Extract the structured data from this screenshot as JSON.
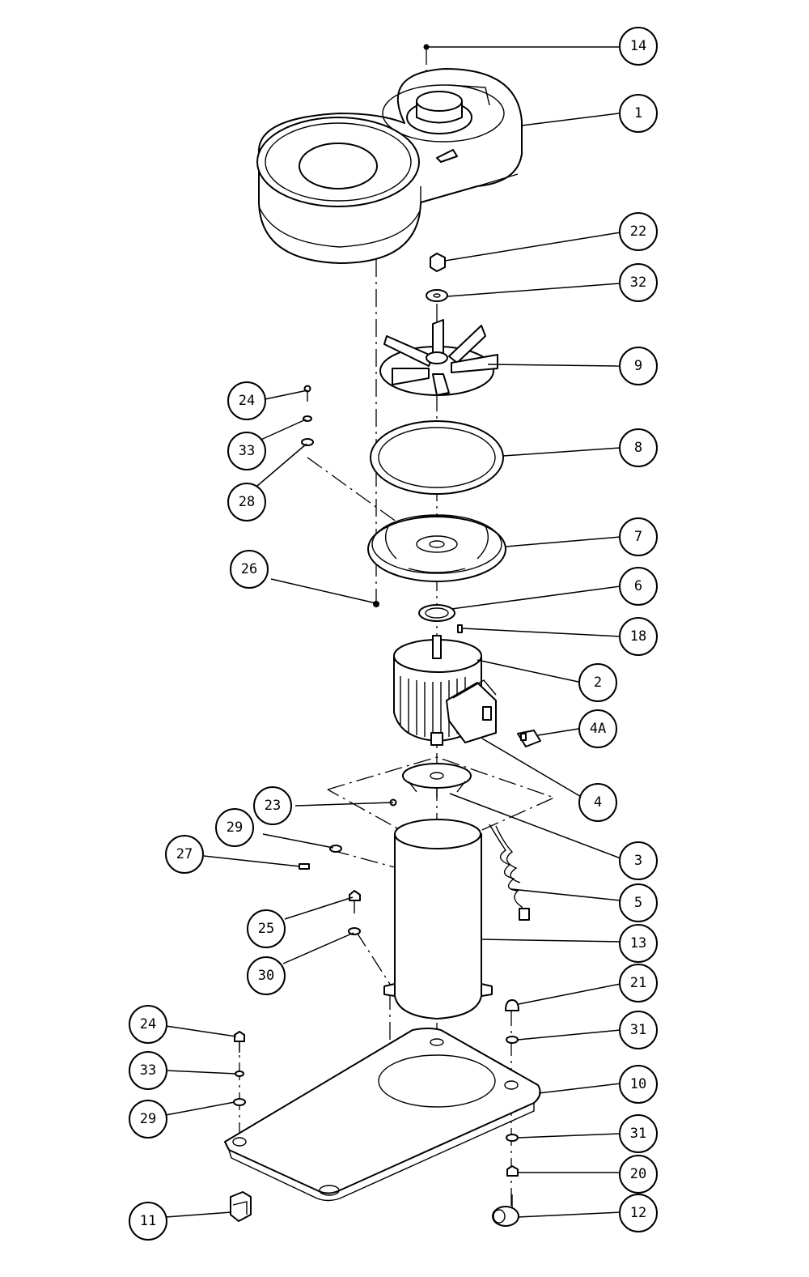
{
  "callouts": [
    {
      "label": "14"
    },
    {
      "label": "1"
    },
    {
      "label": "22"
    },
    {
      "label": "32"
    },
    {
      "label": "9"
    },
    {
      "label": "24"
    },
    {
      "label": "33"
    },
    {
      "label": "28"
    },
    {
      "label": "8"
    },
    {
      "label": "7"
    },
    {
      "label": "26"
    },
    {
      "label": "6"
    },
    {
      "label": "18"
    },
    {
      "label": "2"
    },
    {
      "label": "4A"
    },
    {
      "label": "4"
    },
    {
      "label": "23"
    },
    {
      "label": "29"
    },
    {
      "label": "27"
    },
    {
      "label": "3"
    },
    {
      "label": "5"
    },
    {
      "label": "25"
    },
    {
      "label": "13"
    },
    {
      "label": "30"
    },
    {
      "label": "21"
    },
    {
      "label": "24"
    },
    {
      "label": "31"
    },
    {
      "label": "33"
    },
    {
      "label": "10"
    },
    {
      "label": "29"
    },
    {
      "label": "31"
    },
    {
      "label": "20"
    },
    {
      "label": "11"
    },
    {
      "label": "12"
    }
  ]
}
